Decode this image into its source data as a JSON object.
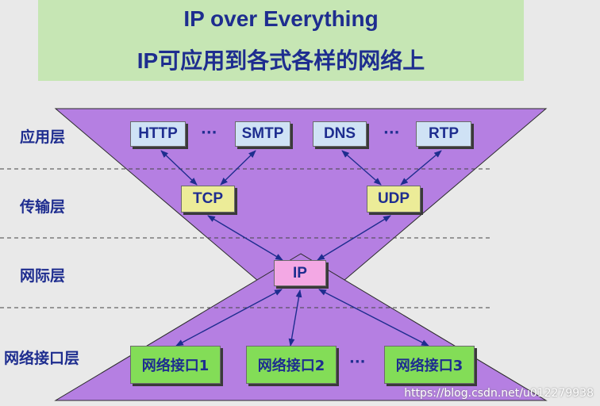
{
  "title": {
    "line1": "IP over Everything",
    "line2": "IP可应用到各式各样的网络上"
  },
  "layers": {
    "application": "应用层",
    "transport": "传输层",
    "network": "网际层",
    "interface": "网络接口层"
  },
  "application_protocols": [
    "HTTP",
    "SMTP",
    "DNS",
    "RTP"
  ],
  "transport_protocols": [
    "TCP",
    "UDP"
  ],
  "network_protocol": "IP",
  "interfaces": [
    "网络接口1",
    "网络接口2",
    "网络接口3"
  ],
  "ellipsis": "···",
  "watermark": "https://blog.csdn.net/u012279938",
  "colors": {
    "hourglass": "#b57fe2",
    "title_bg": "#c6e6b4",
    "text": "#1e2d8f",
    "app_box": "#cfe2f5",
    "transport_box": "#ecec98",
    "ip_box": "#f3a8e4",
    "interface_box": "#83dd57"
  }
}
